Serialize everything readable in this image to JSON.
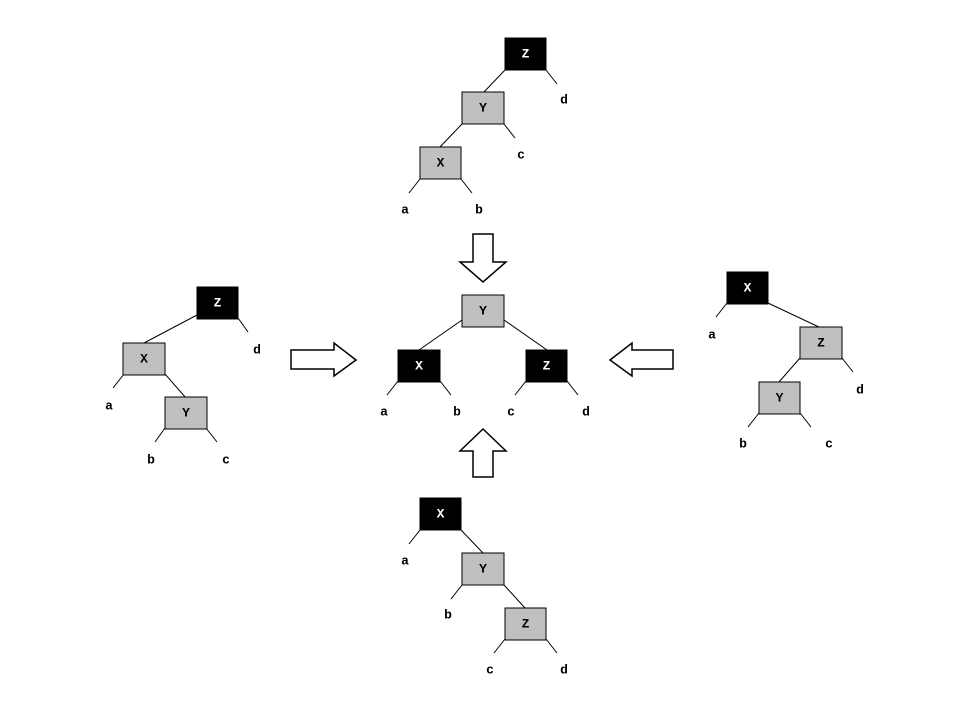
{
  "colors": {
    "black_node": "#000000",
    "red_node": "#c0c0c0",
    "black_text": "#ffffff",
    "red_text": "#000000"
  },
  "trees": [
    {
      "id": "top",
      "nodes": [
        {
          "id": "Z",
          "label": "Z",
          "color": "black"
        },
        {
          "id": "Y",
          "label": "Y",
          "color": "red"
        },
        {
          "id": "X",
          "label": "X",
          "color": "red"
        }
      ],
      "leaves": [
        {
          "id": "a",
          "label": "a"
        },
        {
          "id": "b",
          "label": "b"
        },
        {
          "id": "c",
          "label": "c"
        },
        {
          "id": "d",
          "label": "d"
        }
      ]
    },
    {
      "id": "left",
      "nodes": [
        {
          "id": "Z",
          "label": "Z",
          "color": "black"
        },
        {
          "id": "X",
          "label": "X",
          "color": "red"
        },
        {
          "id": "Y",
          "label": "Y",
          "color": "red"
        }
      ],
      "leaves": [
        {
          "id": "a",
          "label": "a"
        },
        {
          "id": "b",
          "label": "b"
        },
        {
          "id": "c",
          "label": "c"
        },
        {
          "id": "d",
          "label": "d"
        }
      ]
    },
    {
      "id": "center",
      "nodes": [
        {
          "id": "Y",
          "label": "Y",
          "color": "red"
        },
        {
          "id": "X",
          "label": "X",
          "color": "black"
        },
        {
          "id": "Z",
          "label": "Z",
          "color": "black"
        }
      ],
      "leaves": [
        {
          "id": "a",
          "label": "a"
        },
        {
          "id": "b",
          "label": "b"
        },
        {
          "id": "c",
          "label": "c"
        },
        {
          "id": "d",
          "label": "d"
        }
      ]
    },
    {
      "id": "right",
      "nodes": [
        {
          "id": "X",
          "label": "X",
          "color": "black"
        },
        {
          "id": "Z",
          "label": "Z",
          "color": "red"
        },
        {
          "id": "Y",
          "label": "Y",
          "color": "red"
        }
      ],
      "leaves": [
        {
          "id": "a",
          "label": "a"
        },
        {
          "id": "b",
          "label": "b"
        },
        {
          "id": "c",
          "label": "c"
        },
        {
          "id": "d",
          "label": "d"
        }
      ]
    },
    {
      "id": "bottom",
      "nodes": [
        {
          "id": "X",
          "label": "X",
          "color": "black"
        },
        {
          "id": "Y",
          "label": "Y",
          "color": "red"
        },
        {
          "id": "Z",
          "label": "Z",
          "color": "red"
        }
      ],
      "leaves": [
        {
          "id": "a",
          "label": "a"
        },
        {
          "id": "b",
          "label": "b"
        },
        {
          "id": "c",
          "label": "c"
        },
        {
          "id": "d",
          "label": "d"
        }
      ]
    }
  ],
  "arrows": [
    {
      "id": "top-arrow",
      "direction": "down"
    },
    {
      "id": "left-arrow",
      "direction": "right"
    },
    {
      "id": "right-arrow",
      "direction": "left"
    },
    {
      "id": "bottom-arrow",
      "direction": "up"
    }
  ]
}
